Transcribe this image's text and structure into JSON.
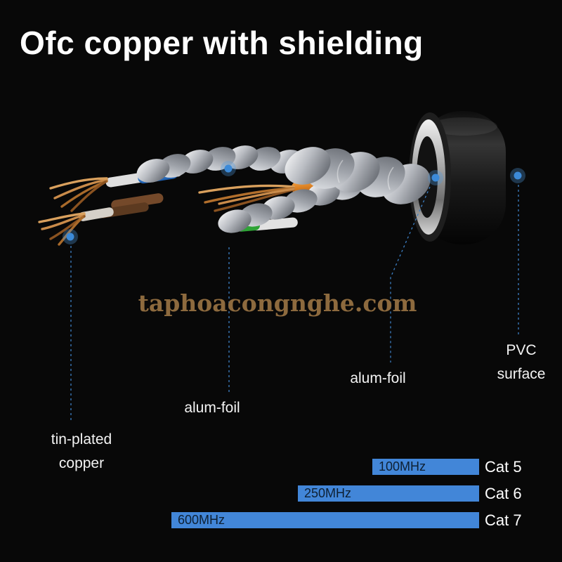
{
  "page": {
    "title": "Ofc copper with shielding",
    "watermark": "taphoacongnghe.com"
  },
  "callouts": {
    "tin_plated_copper": [
      "tin-plated",
      "copper"
    ],
    "alum_foil_left": "alum-foil",
    "alum_foil_right": "alum-foil",
    "pvc_surface": [
      "PVC",
      "surface"
    ]
  },
  "chart_data": {
    "type": "bar",
    "orientation": "horizontal",
    "categories": [
      "Cat 5",
      "Cat 6",
      "Cat 7"
    ],
    "values": [
      100,
      250,
      600
    ],
    "value_labels": [
      "100MHz",
      "250MHz",
      "600MHz"
    ],
    "unit": "MHz",
    "bar_color": "#4286d8",
    "legend_position": "right-of-bars"
  },
  "colors": {
    "background": "#080808",
    "title_text": "#ffffff",
    "label_text": "#f3f3f3",
    "callout_blue": "#3c8ad8",
    "bar_blue": "#4286d8",
    "bar_text": "#0e2033",
    "watermark_gold": "#8d6a3e"
  }
}
